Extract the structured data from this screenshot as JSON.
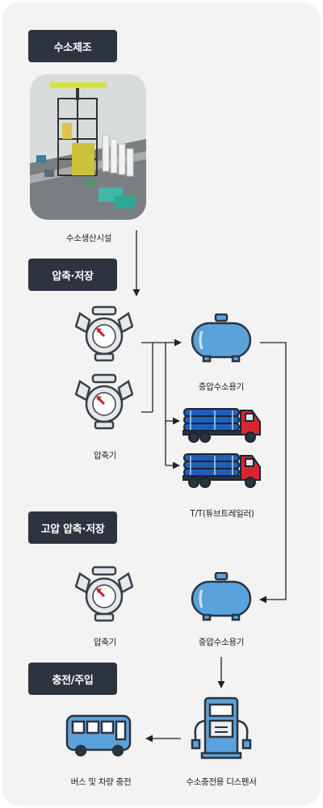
{
  "sections": {
    "production": "수소제조",
    "compression": "압축·저장",
    "high_pressure": "고압 압축·저장",
    "charging": "충전/주입"
  },
  "labels": {
    "facility": "수소생산시설",
    "compressor_1": "압축기",
    "storage_1": "중압수소용기",
    "tube_trailer": "T/T(튜브트레일러)",
    "compressor_2": "압축기",
    "storage_2": "중압수소용기",
    "dispenser": "수소충전용 디스펜서",
    "bus_charging": "버스 및 차량 충전"
  },
  "colors": {
    "badge_bg": "#2e3340",
    "tank_blue": "#5aa2dc",
    "trailer_blue": "#1e5fb8",
    "truck_red": "#d9262b",
    "arrow": "#222222"
  }
}
